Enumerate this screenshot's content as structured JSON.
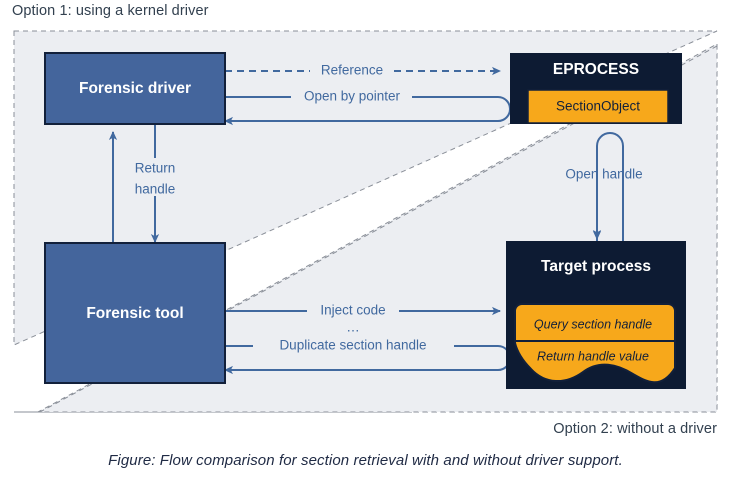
{
  "figure": {
    "option1_label": "Option 1: using a kernel driver",
    "option2_label": "Option 2: without a driver",
    "caption": "Figure: Flow comparison for section retrieval with and without driver support."
  },
  "colors": {
    "blue_box": "#44659c",
    "blue_box_border": "#12203a",
    "navy_box": "#0d1b33",
    "orange": "#f7a81b",
    "orange_border": "#12203a",
    "arrow": "#41699f",
    "region_fill": "#eceef2",
    "region_border": "#8a8f98",
    "text_dark": "#1f2a44",
    "text_light": "#ffffff"
  },
  "nodes": [
    {
      "id": "forensic-driver",
      "label": "Forensic driver",
      "style": "blue"
    },
    {
      "id": "eprocess",
      "label": "EPROCESS",
      "style": "navy"
    },
    {
      "id": "section-object",
      "label": "SectionObject",
      "style": "orange"
    },
    {
      "id": "forensic-tool",
      "label": "Forensic tool",
      "style": "blue"
    },
    {
      "id": "target-process",
      "label": "Target process",
      "style": "navy"
    },
    {
      "id": "query-section-handle",
      "label": "Query section handle",
      "style": "orange-italic"
    },
    {
      "id": "return-handle-value",
      "label": "Return handle value",
      "style": "orange-italic"
    }
  ],
  "edges": [
    {
      "id": "reference",
      "label": "Reference",
      "from": "forensic-driver",
      "to": "eprocess",
      "style": "dashed"
    },
    {
      "id": "open-by-pointer",
      "label": "Open by pointer",
      "from": "eprocess",
      "to": "forensic-driver",
      "style": "solid-loop"
    },
    {
      "id": "return-handle",
      "label": "Return handle",
      "from": "forensic-driver",
      "to": "forensic-tool",
      "style": "solid"
    },
    {
      "id": "driver-to-tool-up",
      "label": "",
      "from": "forensic-tool",
      "to": "forensic-driver",
      "style": "solid"
    },
    {
      "id": "open-handle",
      "label": "Open handle",
      "from": "target-process",
      "to": "target-process",
      "style": "solid-uturn"
    },
    {
      "id": "inject-code",
      "label": "Inject code",
      "from": "forensic-tool",
      "to": "target-process",
      "style": "solid"
    },
    {
      "id": "ellipsis",
      "label": "…",
      "from": "forensic-tool",
      "to": "target-process",
      "style": "none"
    },
    {
      "id": "duplicate-section-handle",
      "label": "Duplicate section handle",
      "from": "target-process",
      "to": "forensic-tool",
      "style": "solid-loop"
    }
  ]
}
